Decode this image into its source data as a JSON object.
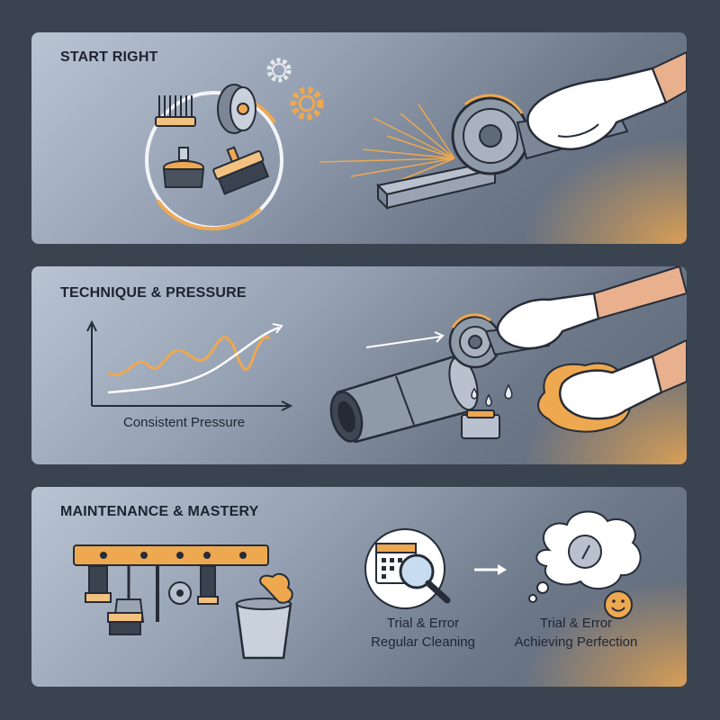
{
  "panels": [
    {
      "title": "START RIGHT"
    },
    {
      "title": "TECHNIQUE & PRESSURE",
      "caption": "Consistent Pressure"
    },
    {
      "title": "MAINTENANCE & MASTERY",
      "caption_left": [
        "Trial & Error",
        "Regular Cleaning"
      ],
      "caption_right": [
        "Trial & Error",
        "Achieving Perfection"
      ]
    }
  ],
  "colors": {
    "accent": "#eea850",
    "outline": "#262c38",
    "glove": "#ffffff",
    "metal": "#8f9aa8"
  },
  "icons": [
    "brush-circle-icon",
    "gear-icon",
    "angle-grinder-icon",
    "glove-icon",
    "sparks-icon",
    "pipe-icon",
    "chart-icon",
    "water-drops-icon",
    "cleaning-cloth-icon",
    "tool-rack-icon",
    "bucket-icon",
    "calendar-icon",
    "magnifier-icon",
    "arrow-right-icon",
    "thought-cloud-icon",
    "smiley-icon"
  ]
}
